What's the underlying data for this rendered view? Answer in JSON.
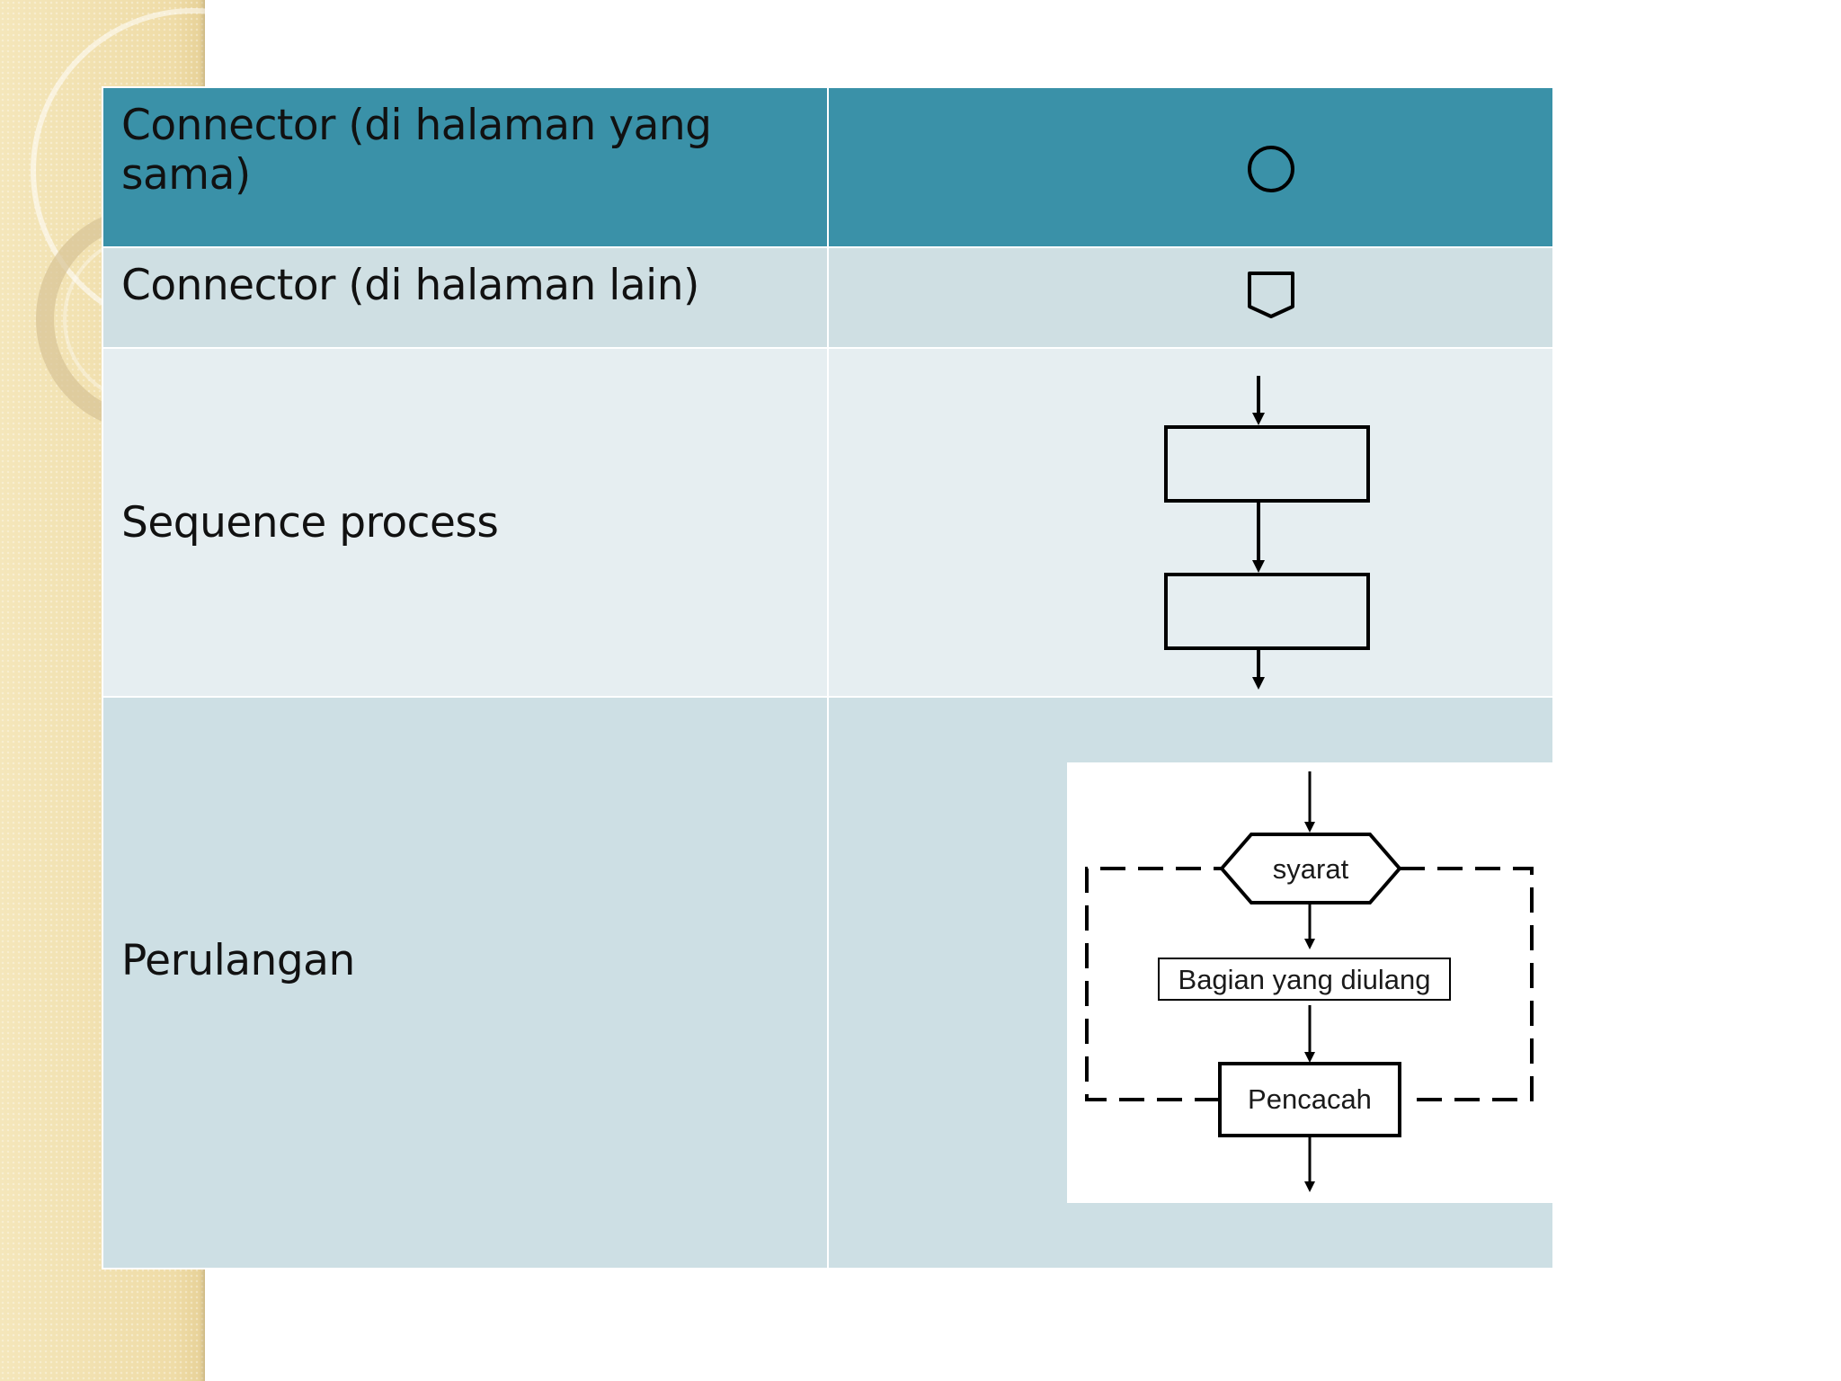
{
  "rows": [
    {
      "label": "Connector (di halaman yang sama)",
      "symbol": "circle-connector"
    },
    {
      "label": "Connector (di halaman lain)",
      "symbol": "offpage-connector"
    },
    {
      "label": "Sequence process",
      "symbol": "sequence-process"
    },
    {
      "label": "Perulangan",
      "symbol": "loop"
    }
  ],
  "loop_diagram": {
    "condition": "syarat",
    "body": "Bagian yang diulang",
    "counter": "Pencacah"
  },
  "colors": {
    "header_row": "#3a91a8",
    "row_dark": "#cfdfe3",
    "row_light": "#e6eef1",
    "side_band": "#f2e3b4"
  }
}
